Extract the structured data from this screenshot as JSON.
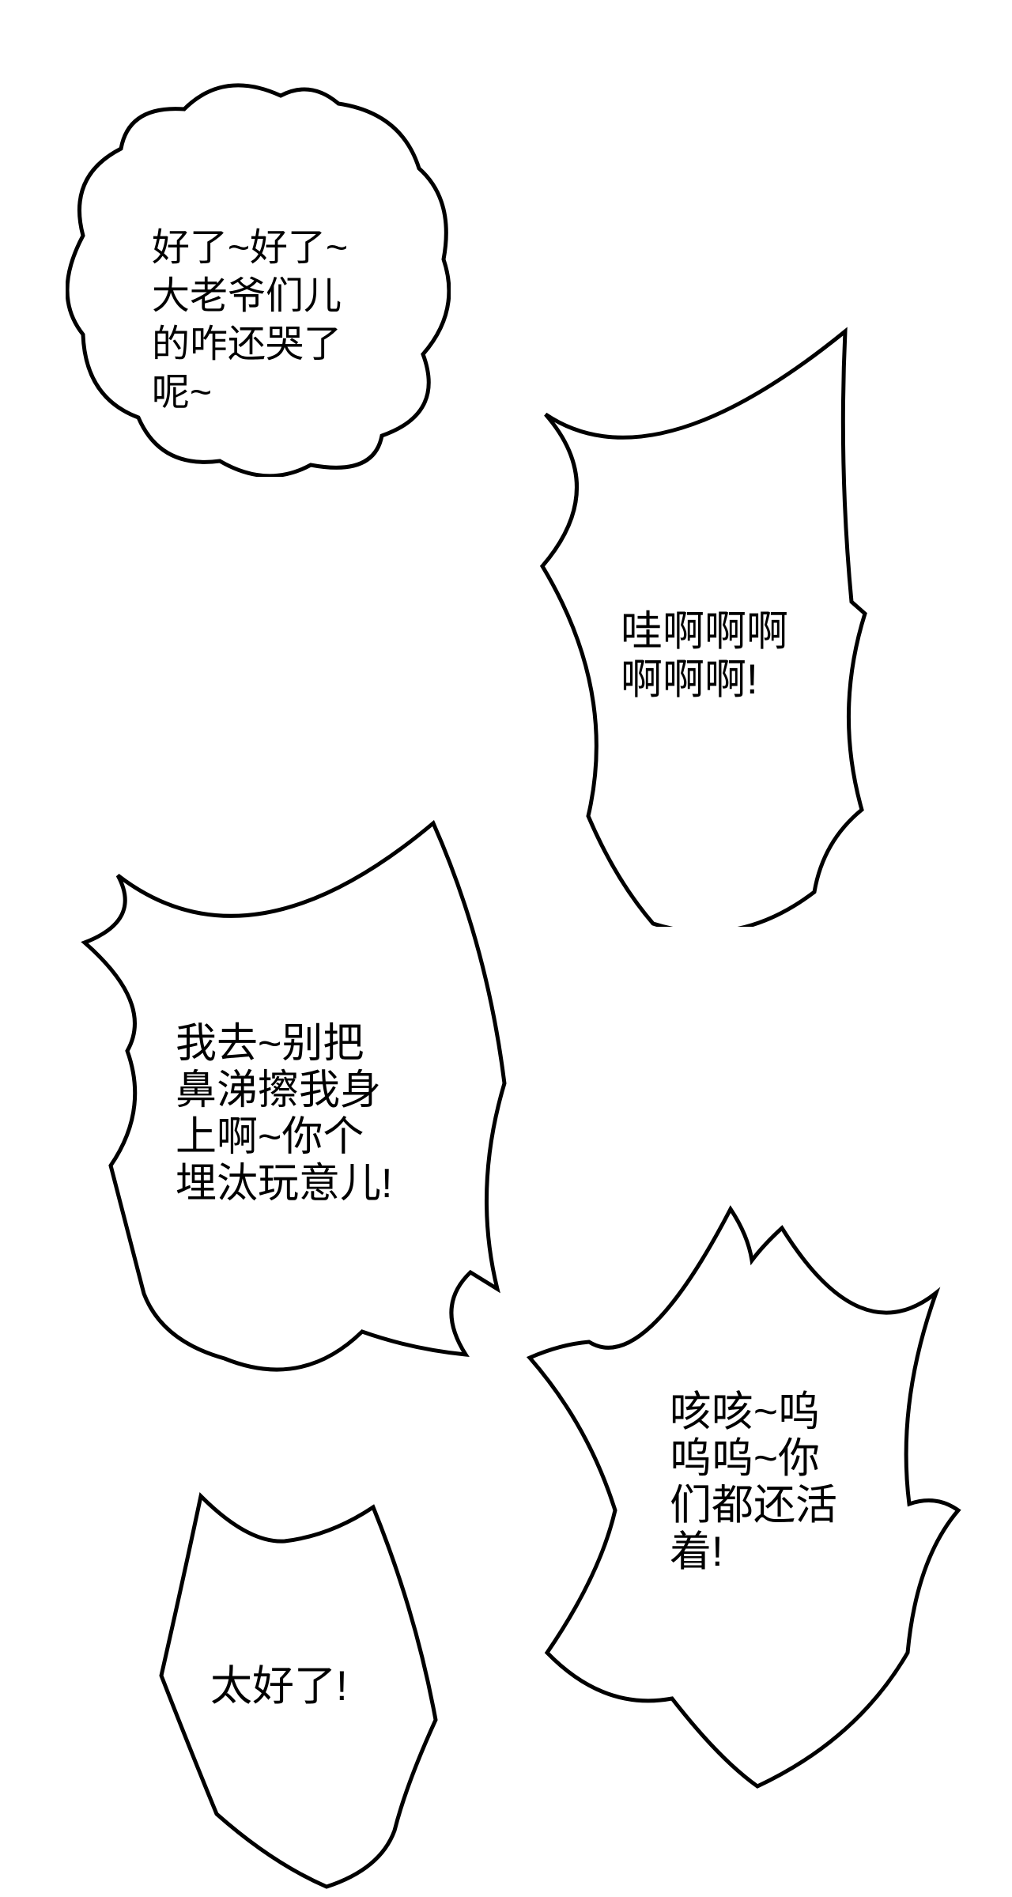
{
  "page": {
    "background_color": "#ffffff",
    "line_color": "#000000",
    "text_color": "#000000"
  },
  "bubbles": [
    {
      "name": "cloud-bubble-top-left",
      "lines": [
        "好了~好了~",
        "大老爷们儿",
        "的咋还哭了",
        "呢~"
      ]
    },
    {
      "name": "scream-bubble-top-right",
      "lines": [
        "哇啊啊啊",
        "啊啊啊!"
      ]
    },
    {
      "name": "scream-bubble-mid-left",
      "lines": [
        "我去~别把",
        "鼻涕擦我身",
        "上啊~你个",
        "埋汰玩意儿!"
      ]
    },
    {
      "name": "burst-bubble-mid-right",
      "lines": [
        "咳咳~呜",
        "呜呜~你",
        "们都还活",
        "着!"
      ]
    },
    {
      "name": "spike-bubble-bottom-left",
      "lines": [
        "太好了!"
      ]
    }
  ]
}
